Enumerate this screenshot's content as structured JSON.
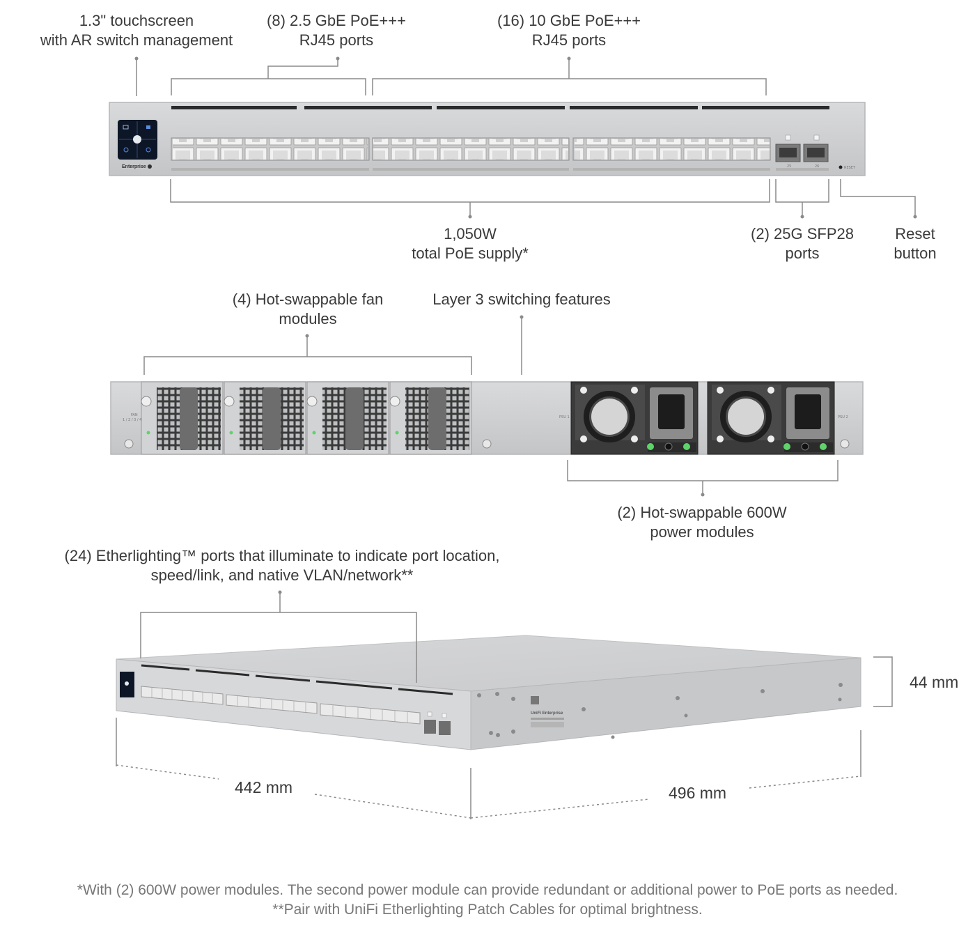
{
  "front_view": {
    "touchscreen_label": [
      "1.3\" touchscreen",
      "with AR switch management"
    ],
    "ports_2g5_label": [
      "(8) 2.5 GbE PoE+++",
      "RJ45 ports"
    ],
    "ports_10g_label": [
      "(16) 10 GbE PoE+++",
      "RJ45 ports"
    ],
    "poe_supply_label": [
      "1,050W",
      "total PoE supply*"
    ],
    "sfp_label": [
      "(2) 25G SFP28",
      "ports"
    ],
    "reset_label": [
      "Reset",
      "button"
    ],
    "brand_badge": "Enterprise",
    "reset_text": "RESET",
    "sfp_port_numbers": [
      "25",
      "26"
    ]
  },
  "rear_view": {
    "fan_label": [
      "(4) Hot-swappable fan",
      "modules"
    ],
    "layer3_label": "Layer 3 switching features",
    "psu_label": [
      "(2) Hot-swappable 600W",
      "power modules"
    ],
    "fan_text": "FAN",
    "fan_numbers": "1 / 2 / 3 / 4",
    "psu1_text": "PSU 1",
    "psu2_text": "PSU 2"
  },
  "iso_view": {
    "etherlighting_label": [
      "(24) Etherlighting™ ports that illuminate to indicate port location,",
      "speed/link, and native VLAN/network**"
    ],
    "height": "44 mm",
    "width": "442 mm",
    "depth": "496 mm",
    "side_brand": "UniFi Enterprise"
  },
  "footnotes": [
    "*With (2) 600W power modules. The second power module can provide redundant or additional power to PoE ports as needed.",
    "**Pair with UniFi Etherlighting Patch Cables for optimal brightness."
  ],
  "colors": {
    "chassis": "#cfd0d2",
    "chassis_edge": "#b9babc",
    "callout_line": "#8a8a8a",
    "screen": "#0d1626",
    "led_green": "#5fd36a"
  }
}
